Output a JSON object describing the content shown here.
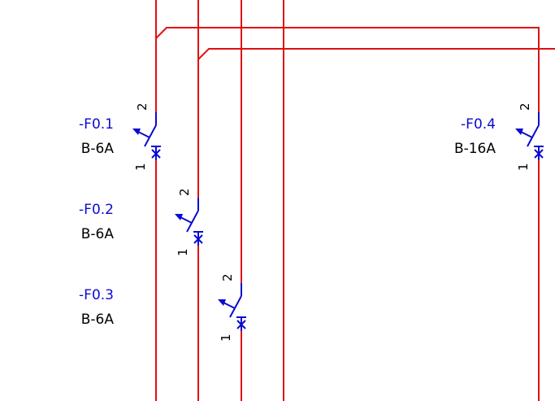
{
  "diagram": {
    "colors": {
      "wire": "#e01010",
      "symbol": "#0a0ad0",
      "tag_text": "#0a0ad0",
      "rating_text": "#000000"
    },
    "breakers": [
      {
        "tag": "-F0.1",
        "rating": "B-6A",
        "pin_top": "2",
        "pin_bottom": "1"
      },
      {
        "tag": "-F0.2",
        "rating": "B-6A",
        "pin_top": "2",
        "pin_bottom": "1"
      },
      {
        "tag": "-F0.3",
        "rating": "B-6A",
        "pin_top": "2",
        "pin_bottom": "1"
      },
      {
        "tag": "-F0.4",
        "rating": "B-16A",
        "pin_top": "2",
        "pin_bottom": "1"
      }
    ]
  }
}
